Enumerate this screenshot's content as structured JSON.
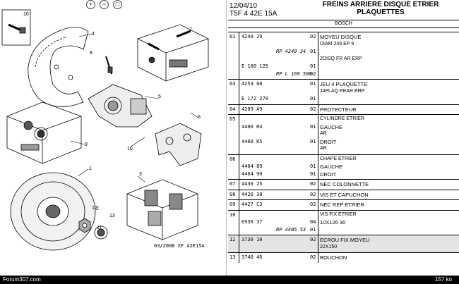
{
  "toolbar": {
    "zoom_in": "+",
    "zoom_out": "−",
    "zoom_fit": "□"
  },
  "diagram": {
    "reference": "03/2008  XF 42E15A",
    "callouts": [
      "10",
      "1",
      "2",
      "3",
      "4",
      "5",
      "6",
      "7",
      "8",
      "9",
      "10",
      "11",
      "12",
      "13"
    ]
  },
  "header": {
    "date": "12/04/10",
    "code": "T5F 4 42E 15A",
    "title_line1": "FREINS ARRIERE DISQUE ETRIER",
    "title_line2": "PLAQUETTES",
    "brand": "BOSCH"
  },
  "rows": [
    {
      "group": "01",
      "lines": [
        {
          "ref": "4249 29",
          "qty": "02",
          "desc": "MOYEU DISQUE"
        },
        {
          "ref": "",
          "qty": "",
          "desc": "DIAM 249 EP 9"
        },
        {
          "rp": "RP 4249 34",
          "qty": "01",
          "desc": ""
        },
        {
          "ref": "",
          "qty": "",
          "desc": "2DISQ FR AR ERP"
        },
        {
          "ref": "E 160 125",
          "qty": "01",
          "desc": ""
        },
        {
          "rp": "RP L 169 506",
          "qty": "02",
          "desc": ""
        }
      ]
    },
    {
      "group": "03",
      "lines": [
        {
          "ref": "4253 08",
          "qty": "01",
          "desc": "JEU 4 PLAQUETTE"
        },
        {
          "ref": "",
          "qty": "",
          "desc": "J4PLAQ FRAR ERP"
        },
        {
          "ref": "E 172 270",
          "qty": "01",
          "desc": ""
        }
      ]
    },
    {
      "group": "04",
      "lines": [
        {
          "ref": "4209 A9",
          "qty": "02",
          "desc": "PROTECTEUR"
        }
      ]
    },
    {
      "group": "05",
      "lines": [
        {
          "ref": "",
          "qty": "",
          "desc": "CYLINDRE ETRIER"
        },
        {
          "ref": "4400 R4",
          "qty": "01",
          "desc": "GAUCHE"
        },
        {
          "ref": "",
          "qty": "",
          "desc": "AR"
        },
        {
          "ref": "4400 R5",
          "qty": "01",
          "desc": "DROIT"
        },
        {
          "ref": "",
          "qty": "",
          "desc": "AR"
        }
      ]
    },
    {
      "group": "06",
      "lines": [
        {
          "ref": "",
          "qty": "",
          "desc": "CHAPE ETRIER"
        },
        {
          "ref": "4404 89",
          "qty": "01",
          "desc": "GAUCHE"
        },
        {
          "ref": "4404 90",
          "qty": "01",
          "desc": "DROIT"
        }
      ]
    },
    {
      "group": "07",
      "lines": [
        {
          "ref": "4430 25",
          "qty": "02",
          "desc": "NEC COLONNETTE"
        }
      ]
    },
    {
      "group": "08",
      "lines": [
        {
          "ref": "4426 38",
          "qty": "02",
          "desc": "VIS ET CAPUCHON"
        }
      ]
    },
    {
      "group": "09",
      "lines": [
        {
          "ref": "4427 C3",
          "qty": "02",
          "desc": "NEC REP ETRIER"
        }
      ]
    },
    {
      "group": "10",
      "lines": [
        {
          "ref": "",
          "qty": "",
          "desc": "VIS FIX ETRIER"
        },
        {
          "ref": "6936 37",
          "qty": "04",
          "desc": "10X126 30"
        },
        {
          "rp": "RP 4405 53",
          "qty": "01",
          "desc": ""
        }
      ]
    },
    {
      "group": "12",
      "shaded": true,
      "lines": [
        {
          "ref": "3730 10",
          "qty": "02",
          "desc": "ECROU FIX MOYEU"
        },
        {
          "ref": "",
          "qty": "",
          "desc": "22X150"
        }
      ]
    },
    {
      "group": "13",
      "lines": [
        {
          "ref": "3740 46",
          "qty": "02",
          "desc": "BOUCHON"
        }
      ]
    }
  ],
  "footer": {
    "site": "Forum307.com",
    "size": "157 ko"
  }
}
